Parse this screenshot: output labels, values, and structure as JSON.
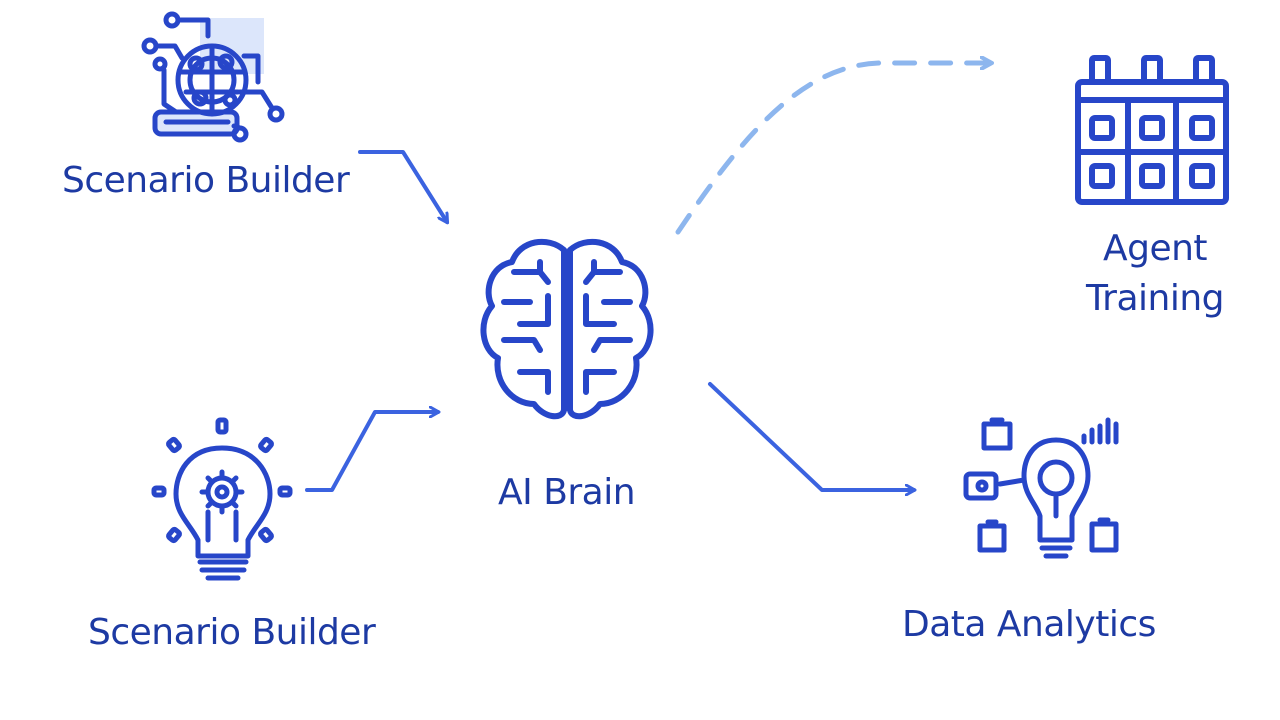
{
  "colors": {
    "primary": "#1d3aa3",
    "icon": "#2746c9",
    "arrow": "#3b63e0",
    "dashed_arrow": "#8db6ee",
    "background": "#ffffff"
  },
  "nodes": {
    "top_left": {
      "label": "Scenario Builder",
      "icon": "circuit-brain-icon"
    },
    "bottom_left": {
      "label": "Scenario Builder",
      "icon": "lightbulb-gear-icon"
    },
    "center": {
      "label": "AI Brain",
      "icon": "brain-icon"
    },
    "top_right": {
      "label_line1": "Agent",
      "label_line2": "Training",
      "icon": "grid-panel-icon"
    },
    "bottom_right": {
      "label": "Data Analytics",
      "icon": "lightbulb-data-icon"
    }
  },
  "connections": [
    {
      "from": "Scenario Builder",
      "to": "AI Brain",
      "style": "solid"
    },
    {
      "from": "Scenario Builder",
      "to": "AI Brain",
      "style": "solid"
    },
    {
      "from": "AI Brain",
      "to": "Agent Training",
      "style": "dashed"
    },
    {
      "from": "AI Brain",
      "to": "Data Analytics",
      "style": "solid"
    }
  ]
}
